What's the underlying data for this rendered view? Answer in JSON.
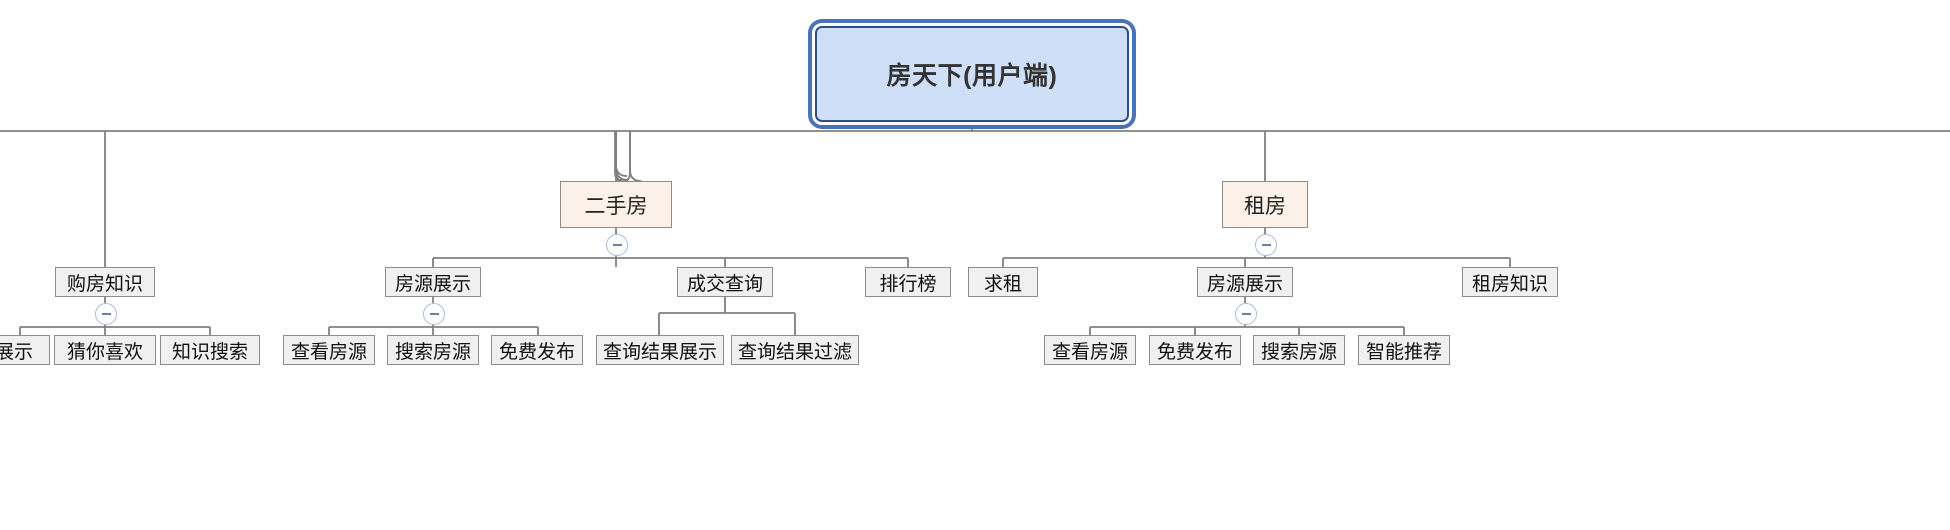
{
  "diagram": {
    "type": "mindmap-tree",
    "title": "房天下(用户端)",
    "colors": {
      "root_fill": "#cfdff7",
      "root_border": "#4a73b7",
      "category_fill": "#fbf1e8",
      "node_fill": "#f0f0f0",
      "line": "#808080",
      "toggle_border": "#a8bbe0",
      "toggle_mark": "#6f7fa8"
    },
    "root": {
      "label": "房天下(用户端)"
    },
    "toggles": [
      {
        "name": "collapse-toggle-ershoufang",
        "state": "expanded",
        "glyph": "minus"
      },
      {
        "name": "collapse-toggle-gouf",
        "state": "expanded",
        "glyph": "minus"
      },
      {
        "name": "collapse-toggle-fangyuan-ershou",
        "state": "expanded",
        "glyph": "minus"
      },
      {
        "name": "collapse-toggle-zufang",
        "state": "expanded",
        "glyph": "minus"
      },
      {
        "name": "collapse-toggle-fangyuan-zufang",
        "state": "expanded",
        "glyph": "minus"
      }
    ],
    "branches": [
      {
        "label": "二手房",
        "children": [
          {
            "label": "购房知识",
            "children": [
              {
                "label": "展示"
              },
              {
                "label": "猜你喜欢"
              },
              {
                "label": "知识搜索"
              }
            ]
          },
          {
            "label": "房源展示",
            "children": [
              {
                "label": "查看房源"
              },
              {
                "label": "搜索房源"
              },
              {
                "label": "免费发布"
              }
            ]
          },
          {
            "label": "成交查询",
            "children": [
              {
                "label": "查询结果展示"
              },
              {
                "label": "查询结果过滤"
              }
            ]
          },
          {
            "label": "排行榜",
            "children": []
          }
        ]
      },
      {
        "label": "租房",
        "children": [
          {
            "label": "求租",
            "children": []
          },
          {
            "label": "房源展示",
            "children": [
              {
                "label": "查看房源"
              },
              {
                "label": "免费发布"
              },
              {
                "label": "搜索房源"
              },
              {
                "label": "智能推荐"
              }
            ]
          },
          {
            "label": "租房知识",
            "children": []
          }
        ]
      }
    ]
  }
}
